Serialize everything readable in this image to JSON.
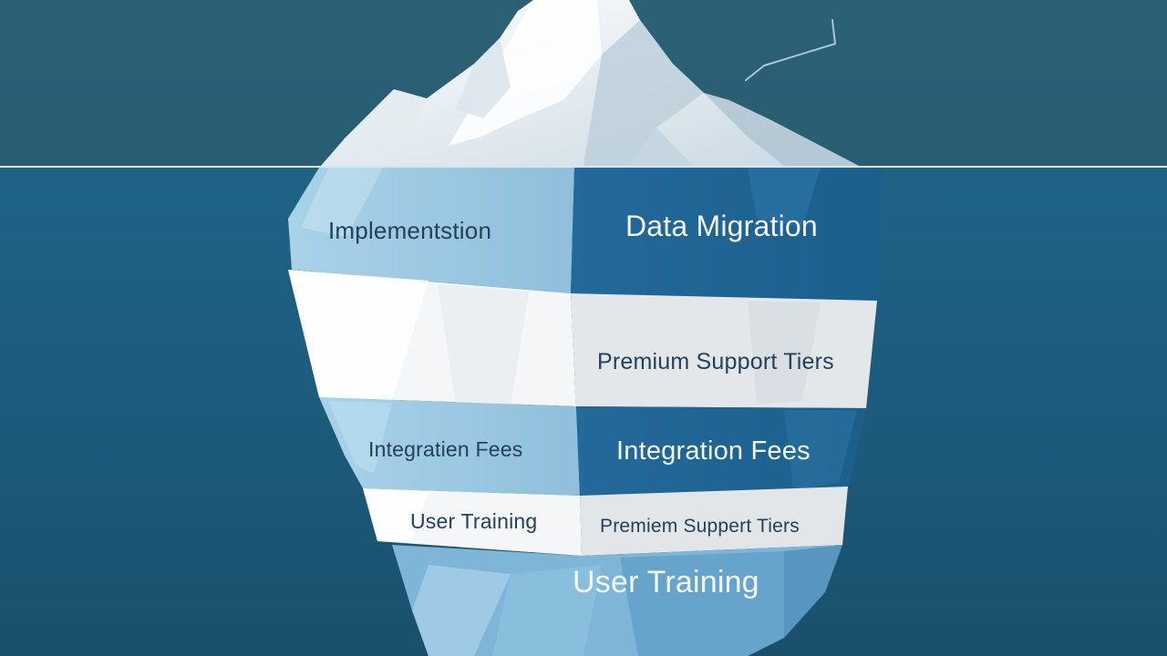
{
  "diagram": {
    "layers": [
      {
        "left_label": "Implementstion",
        "right_label": "Data Migration"
      },
      {
        "left_label": "",
        "right_label": "Premium Support Tiers"
      },
      {
        "left_label": "Integratien Fees",
        "right_label": "Integration Fees"
      },
      {
        "left_label": "User Training",
        "right_label": "Premiem Suppert Tiers"
      },
      {
        "left_label": "",
        "right_label": "User Training"
      }
    ]
  },
  "colors": {
    "sky": "#2a5f74",
    "water": "#1c5a7c",
    "waterline": "#d6e6ee",
    "ice_light": "#f2f4f6",
    "ice_blue": "#9fcbe3",
    "ice_deep": "#1f6a98",
    "label_dark": "#24405a",
    "label_light": "#f4f8fb"
  }
}
